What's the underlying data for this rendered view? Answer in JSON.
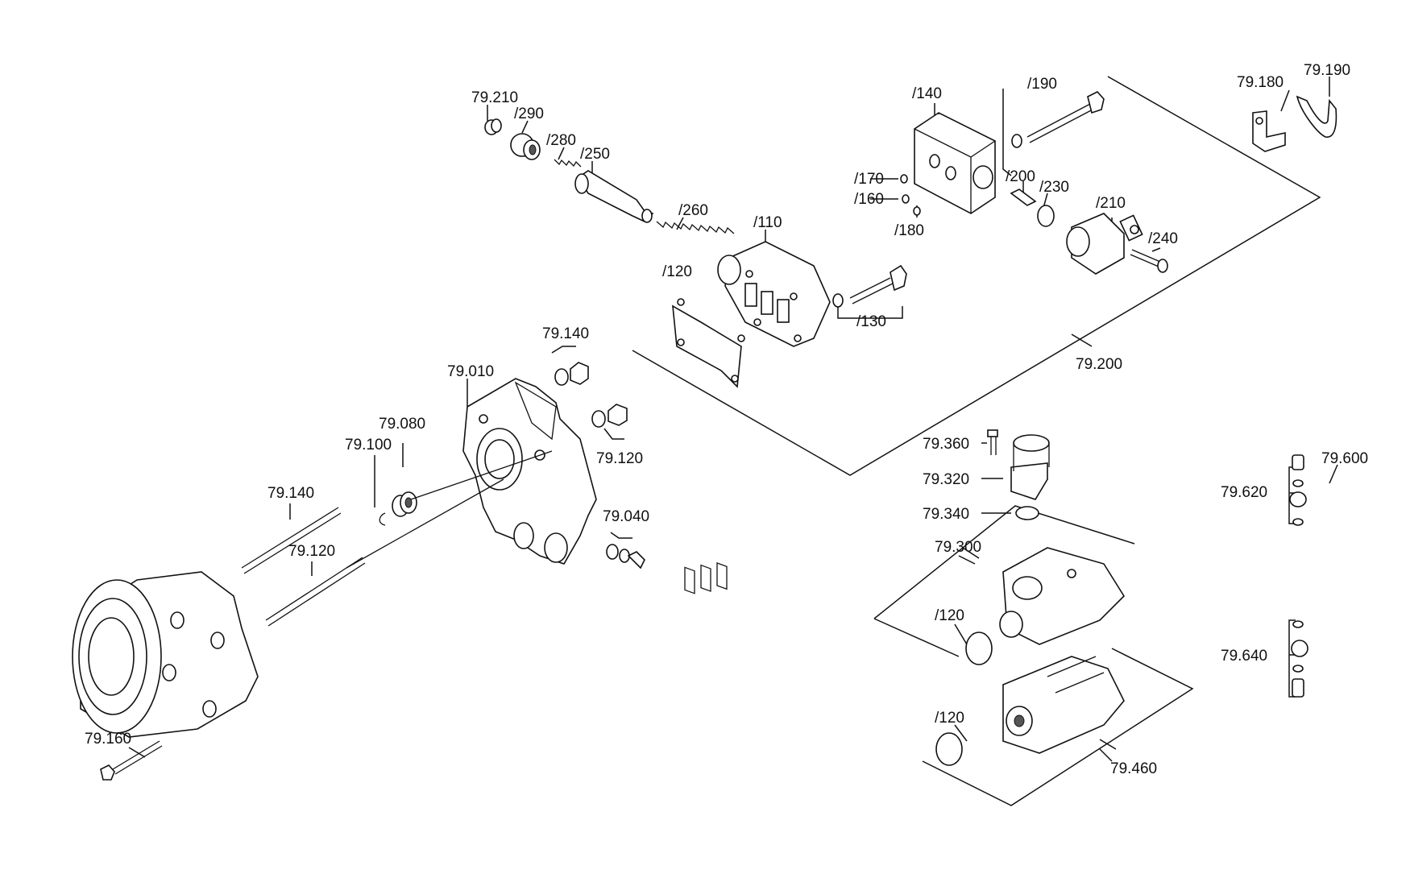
{
  "labels": {
    "p79_210": "79.210",
    "s290": "/290",
    "s280": "/280",
    "s250": "/250",
    "s260": "/260",
    "s110": "/110",
    "s120_top": "/120",
    "s130": "/130",
    "s140": "/140",
    "s190": "/190",
    "s170": "/170",
    "s160": "/160",
    "s180": "/180",
    "s200": "/200",
    "s230": "/230",
    "s210": "/210",
    "s240": "/240",
    "p79_180": "79.180",
    "p79_190": "79.190",
    "p79_200": "79.200",
    "p79_140_top": "79.140",
    "p79_010": "79.010",
    "p79_080": "79.080",
    "p79_100": "79.100",
    "p79_120_right": "79.120",
    "p79_140_left": "79.140",
    "p79_120_left": "79.120",
    "p79_040": "79.040",
    "p79_160": "79.160",
    "p79_360": "79.360",
    "p79_320": "79.320",
    "p79_340": "79.340",
    "p79_300": "79.300",
    "s120_mid": "/120",
    "s120_low": "/120",
    "p79_460": "79.460",
    "p79_600": "79.600",
    "p79_620": "79.620",
    "p79_640": "79.640"
  }
}
